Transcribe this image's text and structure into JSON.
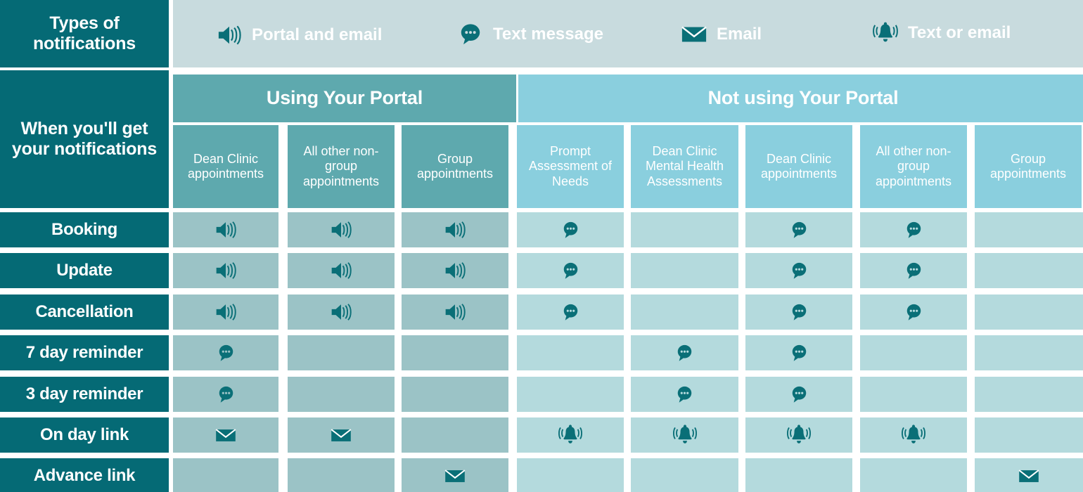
{
  "header": {
    "types_title": "Types of notifications",
    "when_title": "When you'll get your notifications"
  },
  "legend": [
    {
      "icon": "speaker-icon",
      "label": "Portal and email"
    },
    {
      "icon": "chat-bubble-icon",
      "label": "Text message"
    },
    {
      "icon": "envelope-icon",
      "label": "Email"
    },
    {
      "icon": "bell-icon",
      "label": "Text or email"
    }
  ],
  "groups": [
    {
      "label": "Using Your Portal",
      "color": "#5EA9AE"
    },
    {
      "label": "Not using Your Portal",
      "color": "#8ACFDE"
    }
  ],
  "columns": [
    {
      "label": "Dean Clinic appointments",
      "group": "Using Your Portal"
    },
    {
      "label": "All other non-group appointments",
      "group": "Using Your Portal"
    },
    {
      "label": "Group appointments",
      "group": "Using Your Portal"
    },
    {
      "label": "Prompt Assessment of Needs",
      "group": "Not using Your Portal"
    },
    {
      "label": "Dean Clinic Mental Health Assessments",
      "group": "Not using Your Portal"
    },
    {
      "label": "Dean Clinic appointments",
      "group": "Not using Your Portal"
    },
    {
      "label": "All other non-group appointments",
      "group": "Not using Your Portal"
    },
    {
      "label": "Group appointments",
      "group": "Not using Your Portal"
    }
  ],
  "rows": [
    {
      "label": "Booking",
      "cells": [
        "speaker-icon",
        "speaker-icon",
        "speaker-icon",
        "chat-bubble-icon",
        "",
        "chat-bubble-icon",
        "chat-bubble-icon",
        ""
      ]
    },
    {
      "label": "Update",
      "cells": [
        "speaker-icon",
        "speaker-icon",
        "speaker-icon",
        "chat-bubble-icon",
        "",
        "chat-bubble-icon",
        "chat-bubble-icon",
        ""
      ]
    },
    {
      "label": "Cancellation",
      "cells": [
        "speaker-icon",
        "speaker-icon",
        "speaker-icon",
        "chat-bubble-icon",
        "",
        "chat-bubble-icon",
        "chat-bubble-icon",
        ""
      ]
    },
    {
      "label": "7 day reminder",
      "cells": [
        "chat-bubble-icon",
        "",
        "",
        "",
        "chat-bubble-icon",
        "chat-bubble-icon",
        "",
        ""
      ]
    },
    {
      "label": "3 day reminder",
      "cells": [
        "chat-bubble-icon",
        "",
        "",
        "",
        "chat-bubble-icon",
        "chat-bubble-icon",
        "",
        ""
      ]
    },
    {
      "label": "On day link",
      "cells": [
        "envelope-icon",
        "envelope-icon",
        "",
        "bell-icon",
        "bell-icon",
        "bell-icon",
        "bell-icon",
        ""
      ]
    },
    {
      "label": "Advance link",
      "cells": [
        "",
        "",
        "envelope-icon",
        "",
        "",
        "",
        "",
        "envelope-icon"
      ]
    }
  ],
  "colors": {
    "dark_teal": "#056A75",
    "icon_teal": "#0A6F77",
    "legend_band": "#C8DBDE",
    "portal_header": "#5EA9AE",
    "noportal_header": "#8ACFDE",
    "portal_body": "#9BC3C6",
    "noportal_body": "#B4DADD",
    "text_white": "#FFFFFF"
  }
}
